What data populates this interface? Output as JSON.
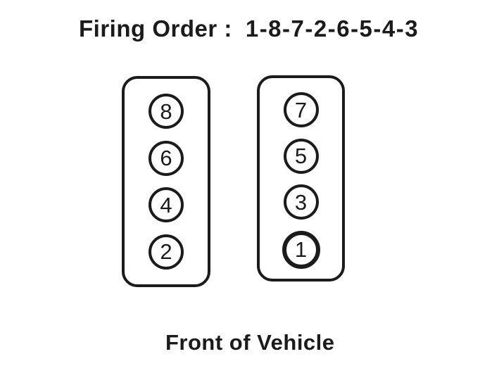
{
  "title": {
    "label": "Firing Order :",
    "sequence": "1-8-7-2-6-5-4-3"
  },
  "banks": {
    "left": {
      "cylinders": [
        "8",
        "6",
        "4",
        "2"
      ]
    },
    "right": {
      "cylinders": [
        "7",
        "5",
        "3",
        "1"
      ]
    }
  },
  "highlighted_cylinder": "1",
  "footer_label": "Front of Vehicle",
  "colors": {
    "ink": "#1b1b1b",
    "background": "#ffffff"
  }
}
